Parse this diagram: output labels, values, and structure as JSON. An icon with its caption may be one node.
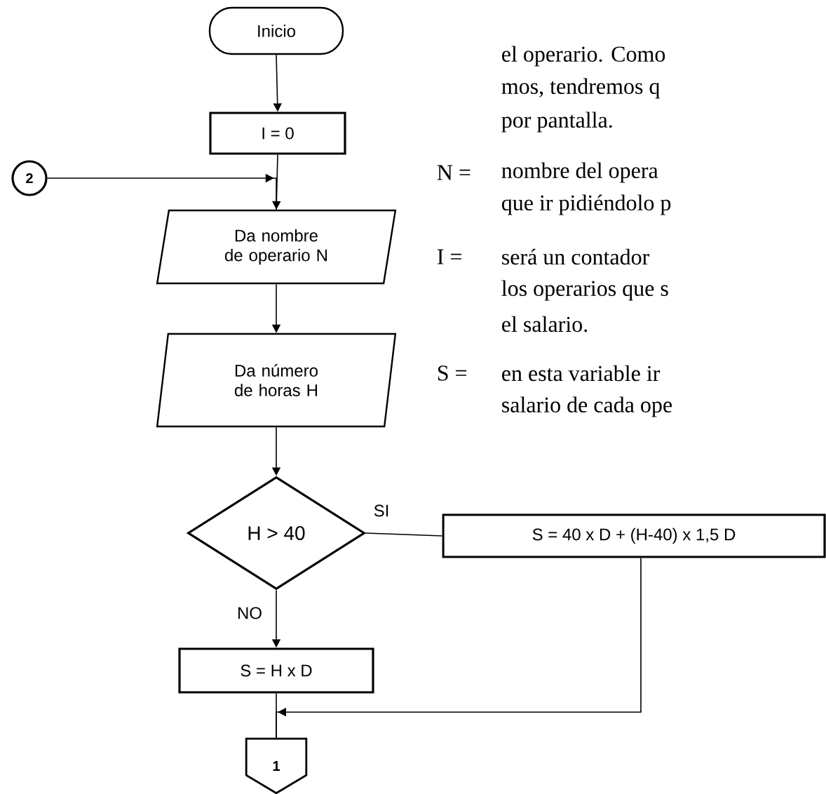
{
  "diagram": {
    "nodes": [
      {
        "text": [
          "Inicio"
        ]
      },
      {
        "text": [
          "I = 0"
        ]
      },
      {
        "text": [
          "2"
        ]
      },
      {
        "text": [
          "Da nombre de operario N"
        ]
      },
      {
        "text": [
          "Da número de horas H"
        ]
      },
      {
        "text": [
          "H > 40"
        ]
      },
      {
        "text": [
          "S = 40 x D + (H-40) x 1,5 D"
        ]
      },
      {
        "text": [
          "S = H x D"
        ]
      },
      {
        "text": [
          "1"
        ]
      }
    ],
    "edges": [
      {
        "from": 0,
        "to": 1,
        "arrow": "to"
      },
      {
        "from": 1,
        "to": 3,
        "arrow": "to"
      },
      {
        "from": 2,
        "to": 3,
        "arrow": "to"
      },
      {
        "from": 3,
        "to": 4,
        "arrow": "to"
      },
      {
        "from": 4,
        "to": 5,
        "arrow": "to"
      },
      {
        "from": 5,
        "to": 6,
        "arrow": "none",
        "label": "SI"
      },
      {
        "from": 5,
        "to": 7,
        "arrow": "to",
        "label": "NO"
      },
      {
        "from": 7,
        "to": 8,
        "arrow": "none"
      },
      {
        "from": 6,
        "to": 8,
        "arrow": "to"
      }
    ],
    "labels": [
      "el operario. Como",
      "mos, tendremos q",
      "por pantalla.",
      "N =",
      "nombre del opera",
      "que ir pidiéndolo p",
      "I =",
      "será un contador",
      "los operarios que s",
      "el salario.",
      "S =",
      "en esta variable ir",
      "salario de cada ope"
    ]
  }
}
